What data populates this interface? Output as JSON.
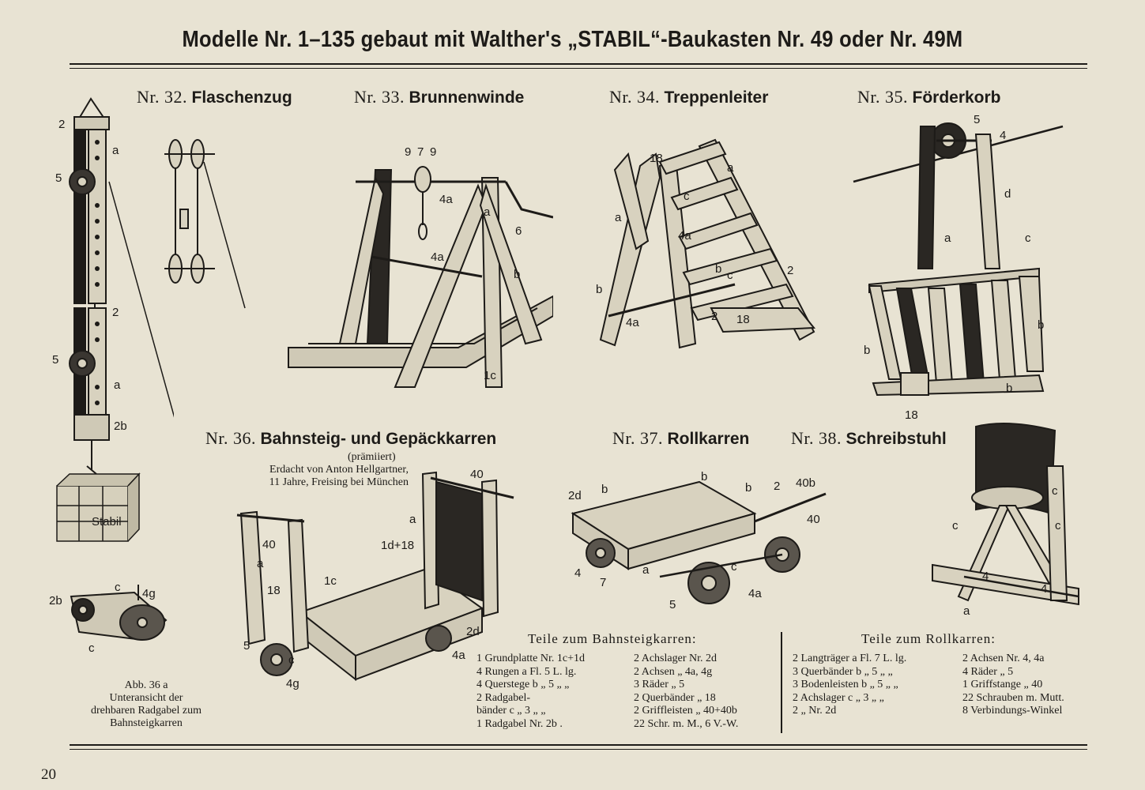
{
  "header": {
    "title": "Modelle Nr. 1–135 gebaut mit Walther's „STABIL“-Baukasten Nr. 49 oder Nr. 49M"
  },
  "models": [
    {
      "num": "Nr. 32.",
      "name": "Flaschenzug"
    },
    {
      "num": "Nr. 33.",
      "name": "Brunnenwinde"
    },
    {
      "num": "Nr. 34.",
      "name": "Treppenleiter"
    },
    {
      "num": "Nr. 35.",
      "name": "Förderkorb"
    },
    {
      "num": "Nr. 36.",
      "name": "Bahnsteig- und Gepäckkarren"
    },
    {
      "num": "Nr. 37.",
      "name": "Rollkarren"
    },
    {
      "num": "Nr. 38.",
      "name": "Schreibstuhl"
    }
  ],
  "model36_note": {
    "award": "(prämiiert)",
    "line1": "Erdacht von Anton Hellgartner,",
    "line2": "11 Jahre, Freising bei München"
  },
  "figure_caption": {
    "line1": "Abb. 36 a",
    "line2": "Unteransicht der",
    "line3": "drehbaren Radgabel zum",
    "line4": "Bahnsteigkarren"
  },
  "labels": {
    "flaschenzug": [
      "2",
      "a",
      "5",
      "2",
      "5",
      "a",
      "2b"
    ],
    "box_text": "Stabil",
    "radgabel": [
      "2b",
      "c",
      "4g",
      "c"
    ],
    "brunnenwinde": [
      "9",
      "7",
      "9",
      "4a",
      "a",
      "6",
      "4a",
      "b",
      "1c"
    ],
    "treppenleiter": [
      "18",
      "a",
      "a",
      "c",
      "4a",
      "b",
      "c",
      "2",
      "b",
      "4a",
      "2",
      "18"
    ],
    "foerderkorb": [
      "5",
      "4",
      "d",
      "a",
      "c",
      "b",
      "b",
      "b",
      "18"
    ],
    "bahnsteig": [
      "40",
      "a",
      "40",
      "a",
      "1d+18",
      "18",
      "1c",
      "5",
      "c",
      "4g",
      "2d",
      "4a"
    ],
    "rollkarren": [
      "2d",
      "b",
      "b",
      "b",
      "2",
      "40b",
      "40",
      "4",
      "7",
      "a",
      "c",
      "5",
      "4a"
    ],
    "schreibstuhl": [
      "c",
      "c",
      "c",
      "4",
      "4",
      "a"
    ]
  },
  "parts_bahnsteig": {
    "title": "Teile zum Bahnsteigkarren:",
    "col1": [
      "1 Grundplatte Nr. 1c+1d",
      "4 Rungen     a Fl. 5 L. lg.",
      "4 Querstege  b „ 5 „ „",
      "2 Radgabel-",
      "   bänder     c „ 3 „ „",
      "1 Radgabel   Nr. 2b ."
    ],
    "col2": [
      "2 Achslager   Nr. 2d",
      "2 Achsen       „   4a, 4g",
      "3 Räder         „   5",
      "2 Querbänder „  18",
      "2 Griffleisten „  40+40b",
      "22 Schr. m. M., 6 V.-W."
    ]
  },
  "parts_rollkarren": {
    "title": "Teile zum Rollkarren:",
    "col1": [
      "2 Langträger   a Fl. 7 L. lg.",
      "3 Querbänder  b „ 5 „ „",
      "3 Bodenleisten b „ 5 „ „",
      "2 Achslager     c „ 3 „ „",
      "2          „          Nr. 2d"
    ],
    "col2": [
      "2 Achsen     Nr. 4, 4a",
      "4 Räder         „ 5",
      "1 Griffstange „ 40",
      "22 Schrauben m. Mutt.",
      "8 Verbindungs-Winkel"
    ]
  },
  "page_number": "20"
}
